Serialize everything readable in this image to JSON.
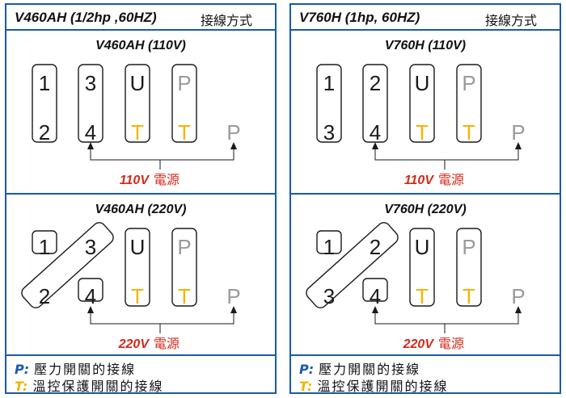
{
  "colors": {
    "border": "#1a5aa8",
    "ink": "#1a1a1a",
    "yellow": "#f5b400",
    "gray": "#9a9a9a",
    "red": "#d42a1a",
    "blue": "#1a5aa8"
  },
  "panels": [
    {
      "model": "V460AH (1/2hp ,60HZ)",
      "method": "接線方式",
      "top": {
        "title": "V460AH (110V)",
        "power_volt": "110V",
        "power_word": "電源",
        "upper": [
          "1",
          "3",
          "U",
          "P"
        ],
        "lower": [
          "2",
          "4",
          "T",
          "T"
        ],
        "extra": "P"
      },
      "bottom": {
        "title": "V460AH (220V)",
        "power_volt": "220V",
        "power_word": "電源",
        "upper": [
          "1",
          "3",
          "U",
          "P"
        ],
        "lower": [
          "2",
          "4",
          "T",
          "T"
        ],
        "extra": "P"
      },
      "legend_p_key": "P:",
      "legend_p_text": "壓力開關的接線",
      "legend_t_key": "T:",
      "legend_t_text": "溫控保護開關的接線"
    },
    {
      "model": "V760H (1hp, 60HZ)",
      "method": "接線方式",
      "top": {
        "title": "V760H (110V)",
        "power_volt": "110V",
        "power_word": "電源",
        "upper": [
          "1",
          "2",
          "U",
          "P"
        ],
        "lower": [
          "3",
          "4",
          "T",
          "T"
        ],
        "extra": "P"
      },
      "bottom": {
        "title": "V760H (220V)",
        "power_volt": "220V",
        "power_word": "電源",
        "upper": [
          "1",
          "2",
          "U",
          "P"
        ],
        "lower": [
          "3",
          "4",
          "T",
          "T"
        ],
        "extra": "P"
      },
      "legend_p_key": "P:",
      "legend_p_text": "壓力開關的接線",
      "legend_t_key": "T:",
      "legend_t_text": "溫控保護開關的接線"
    }
  ]
}
